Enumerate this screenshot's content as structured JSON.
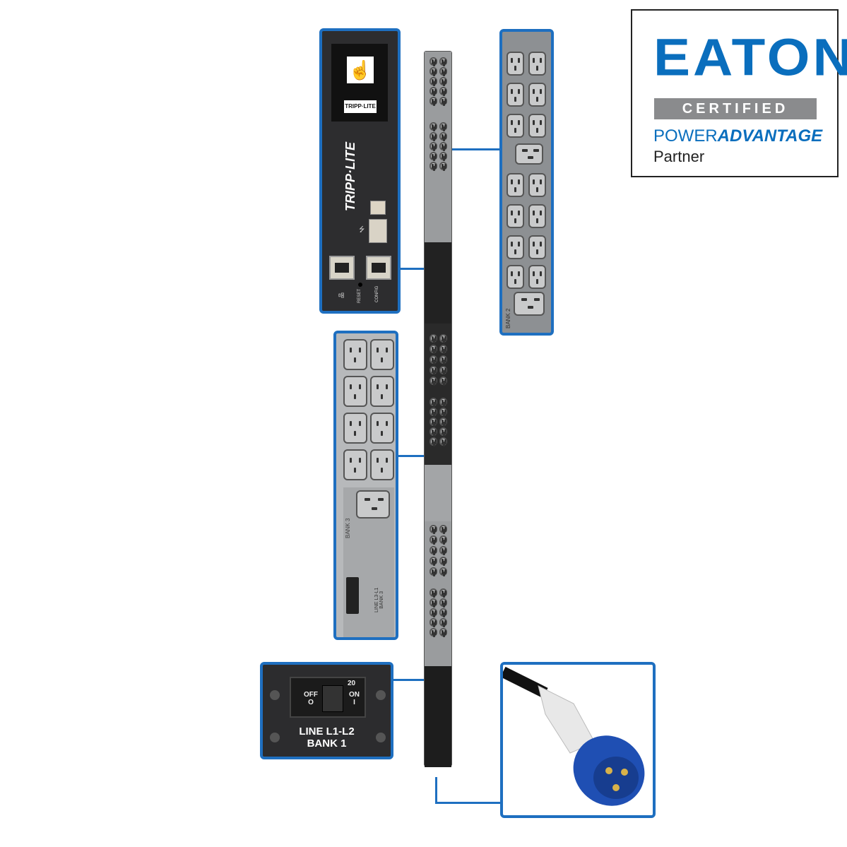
{
  "logo": {
    "brand": "EATON",
    "badge": "CERTIFIED",
    "program_light": "POWER",
    "program_bold": "ADVANTAGE",
    "tier": "Partner",
    "brand_color": "#0a6ebd"
  },
  "controller_panel": {
    "display_logo": "TRIPP·LITE",
    "body_logo": "TRIPP·LITE",
    "reset_label": "RESET",
    "config_label": "CONFIG",
    "icons": [
      "touch-icon",
      "usb-icon",
      "network-icon"
    ]
  },
  "bank2_panel": {
    "label": "BANK 2"
  },
  "bank3_panel": {
    "label": "BANK 3",
    "breaker_line": "LINE L3-L1",
    "breaker_bank": "BANK 3"
  },
  "breaker_panel": {
    "off_label": "OFF",
    "off_symbol": "O",
    "rating": "20",
    "on_label": "ON",
    "on_symbol": "I",
    "line": "LINE L1-L2",
    "bank": "BANK 1"
  },
  "colors": {
    "callout": "#1e6fc0",
    "plug": "#1f4fb3"
  }
}
